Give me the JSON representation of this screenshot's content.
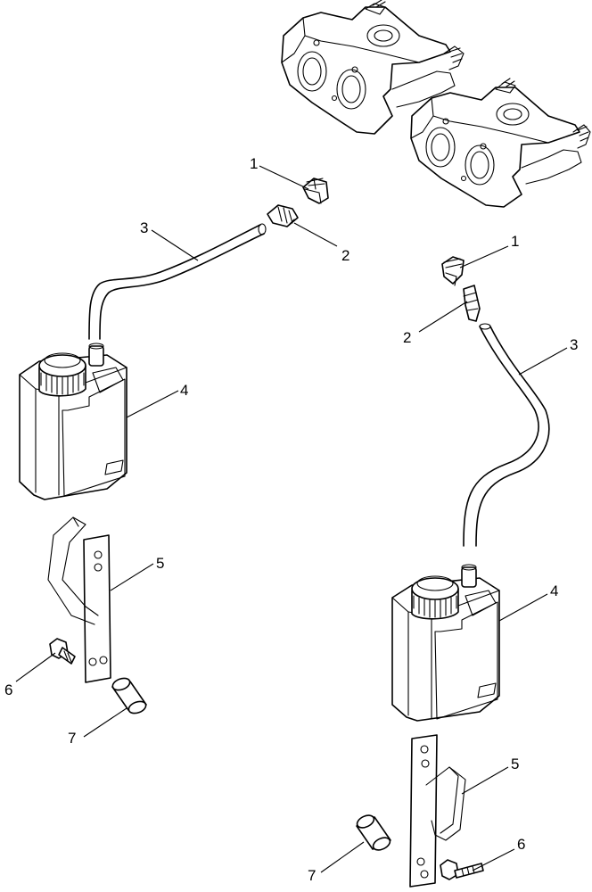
{
  "labels": {
    "left": {
      "fitting_elbow": "1",
      "barb_fitting": "2",
      "hose": "3",
      "reservoir": "4",
      "bracket": "5",
      "bolt": "6",
      "spacer": "7"
    },
    "right": {
      "fitting_elbow": "1",
      "barb_fitting": "2",
      "hose": "3",
      "reservoir": "4",
      "bracket": "5",
      "bolt": "6",
      "spacer": "7"
    }
  }
}
